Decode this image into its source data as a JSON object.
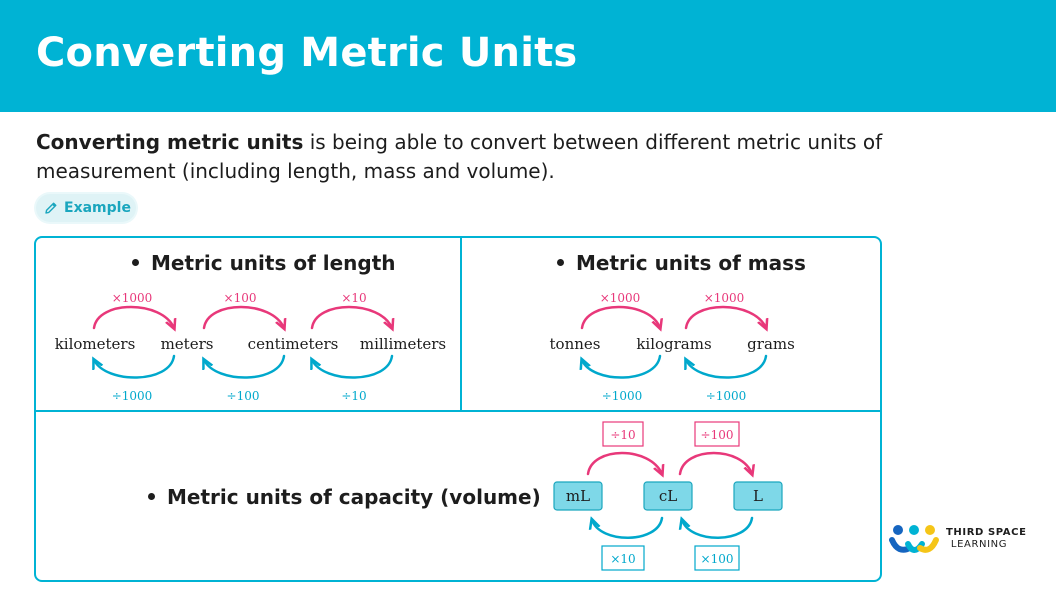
{
  "header": {
    "title": "Converting Metric Units"
  },
  "intro": {
    "bold": "Converting metric units",
    "rest": " is being able to convert between different metric units of measurement (including length, mass and volume)."
  },
  "example_button": {
    "label": "Example"
  },
  "length": {
    "title": "Metric units of length",
    "units": [
      "kilometers",
      "meters",
      "centimeters",
      "millimeters"
    ],
    "multiply": [
      "×1000",
      "×100",
      "×10"
    ],
    "divide": [
      "÷1000",
      "÷100",
      "÷10"
    ]
  },
  "mass": {
    "title": "Metric units of mass",
    "units": [
      "tonnes",
      "kilograms",
      "grams"
    ],
    "multiply": [
      "×1000",
      "×1000"
    ],
    "divide": [
      "÷1000",
      "÷1000"
    ]
  },
  "capacity": {
    "title": "Metric units of capacity (volume)",
    "units": [
      "mL",
      "cL",
      "L"
    ],
    "divide": [
      "÷10",
      "÷100"
    ],
    "multiply": [
      "×10",
      "×100"
    ]
  },
  "logo": {
    "line1": "THIRD SPACE",
    "line2": "LEARNING"
  },
  "colors": {
    "accent": "#00b3d4",
    "pink": "#e8387a",
    "blue": "#00a8cc",
    "box": "#7ed8e8"
  }
}
